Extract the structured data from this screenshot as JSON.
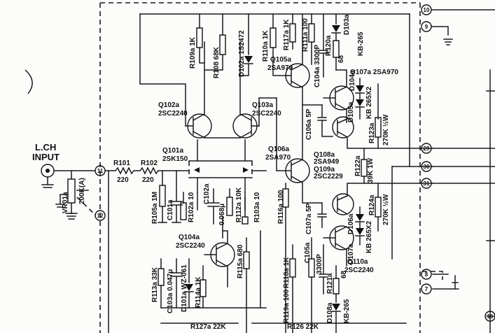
{
  "input_label": {
    "line1": "L.CH",
    "line2": "INPUT"
  },
  "nodes": {
    "n10": "10",
    "n9": "9",
    "n11": "11",
    "n12": "12",
    "n29": "29",
    "n30": "30",
    "n31": "31",
    "n8": "8",
    "n7": "7",
    "n16": "16"
  },
  "components": {
    "vr01a": "VR01a",
    "vr01a_val": "200K(A)",
    "r101": "R101",
    "r101_val": "220",
    "r102": "R102",
    "r102_val": "220",
    "r105a": "R105a 1M",
    "c101a": "C101a",
    "r102a": "R102a 10",
    "c102a": "C102a",
    "c102a_val": "0.068μ",
    "r112a": "R112a 10K",
    "r103a": "R103a 10",
    "q101a": "Q101a",
    "q101a_type": "2SK150",
    "q102a": "Q102a",
    "q102a_type": "2SC2240",
    "q103a": "Q103a",
    "q103a_type": "2SC2240",
    "r109a": "R109a 1K",
    "r108": "R108 68K",
    "d102a": "D102a 1S2472",
    "r110a": "R110a 1K",
    "q105a": "Q105a",
    "q105a_type": "2SA970",
    "r117a": "R117a 1K",
    "r111a": "R111a 100",
    "c104a": "C104a 3300P",
    "d103a": "D103a",
    "d103a_type": "KB-265",
    "r120a": "R120a",
    "r120a_val": "68",
    "q107a": "Q107a 2SA970",
    "d104a": "D104a",
    "d105a": "D105a",
    "d105a_type": "KB 265X2",
    "c106a": "C106a 5P",
    "q106a": "Q106a",
    "q106a_type": "2SA970",
    "r123a": "R123a",
    "r123a_val": "270K ½W",
    "q108a": "Q108a",
    "q108a_type": "2SA949",
    "q109a": "Q109a",
    "q109a_type": "2SC2229",
    "r122a": "R122a",
    "r122a_val": "39K 1W",
    "r116a": "R116a 100",
    "c107a": "C107a 5P",
    "r124a": "R124a",
    "r124a_val": "270K ½W",
    "d106a": "D106a",
    "d107a": "D107a",
    "d107a_type": "KB 265X2",
    "q104a": "Q104a",
    "q104a_type": "2SC2240",
    "r115a": "R115a 680",
    "r113a": "R113a 33K",
    "c103a": "C103a 0.047μ",
    "d101a": "D101a WZ-061",
    "r114a": "R114a 1K",
    "r118a": "R118a 1K",
    "c105a": "C105a",
    "c105a_val": "3300P",
    "r119a": "R119a 100",
    "r121a": "R121a",
    "r121a_val": "68",
    "d108a": "D108a",
    "d108a_type": "KB-265",
    "q110a": "Q110a",
    "q110a_type": "2SC2240",
    "r127a": "R127a 22K",
    "r126": "R126 22K"
  }
}
